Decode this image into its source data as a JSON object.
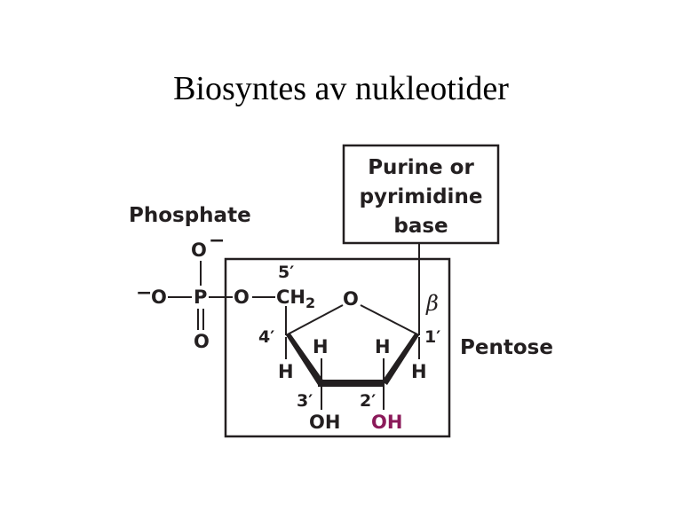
{
  "slide": {
    "title": "Biosyntes av nukleotider"
  },
  "diagram": {
    "labels": {
      "phosphate": "Phosphate",
      "pentose": "Pentose",
      "base_line1": "Purine  or",
      "base_line2": "pyrimidine",
      "base_line3": "base",
      "beta": "β"
    },
    "atoms": {
      "phosphate_top_O": "O",
      "phosphate_left_O": "O",
      "phosphate_P": "P",
      "phosphate_bottom_O": "O",
      "bridge_O": "O",
      "ch2_C": "CH",
      "ch2_sub": "2",
      "ring_O": "O",
      "h4": "H",
      "h3": "H",
      "h2": "H",
      "h1": "H",
      "oh3": "OH",
      "oh2": "OH",
      "charge_top": "−",
      "charge_left": "−"
    },
    "carbon_numbers": {
      "c5": "5′",
      "c4": "4′",
      "c3": "3′",
      "c2": "2′",
      "c1": "1′"
    },
    "colors": {
      "ink": "#231f20",
      "highlight_oh": "#8b1a5a"
    }
  }
}
